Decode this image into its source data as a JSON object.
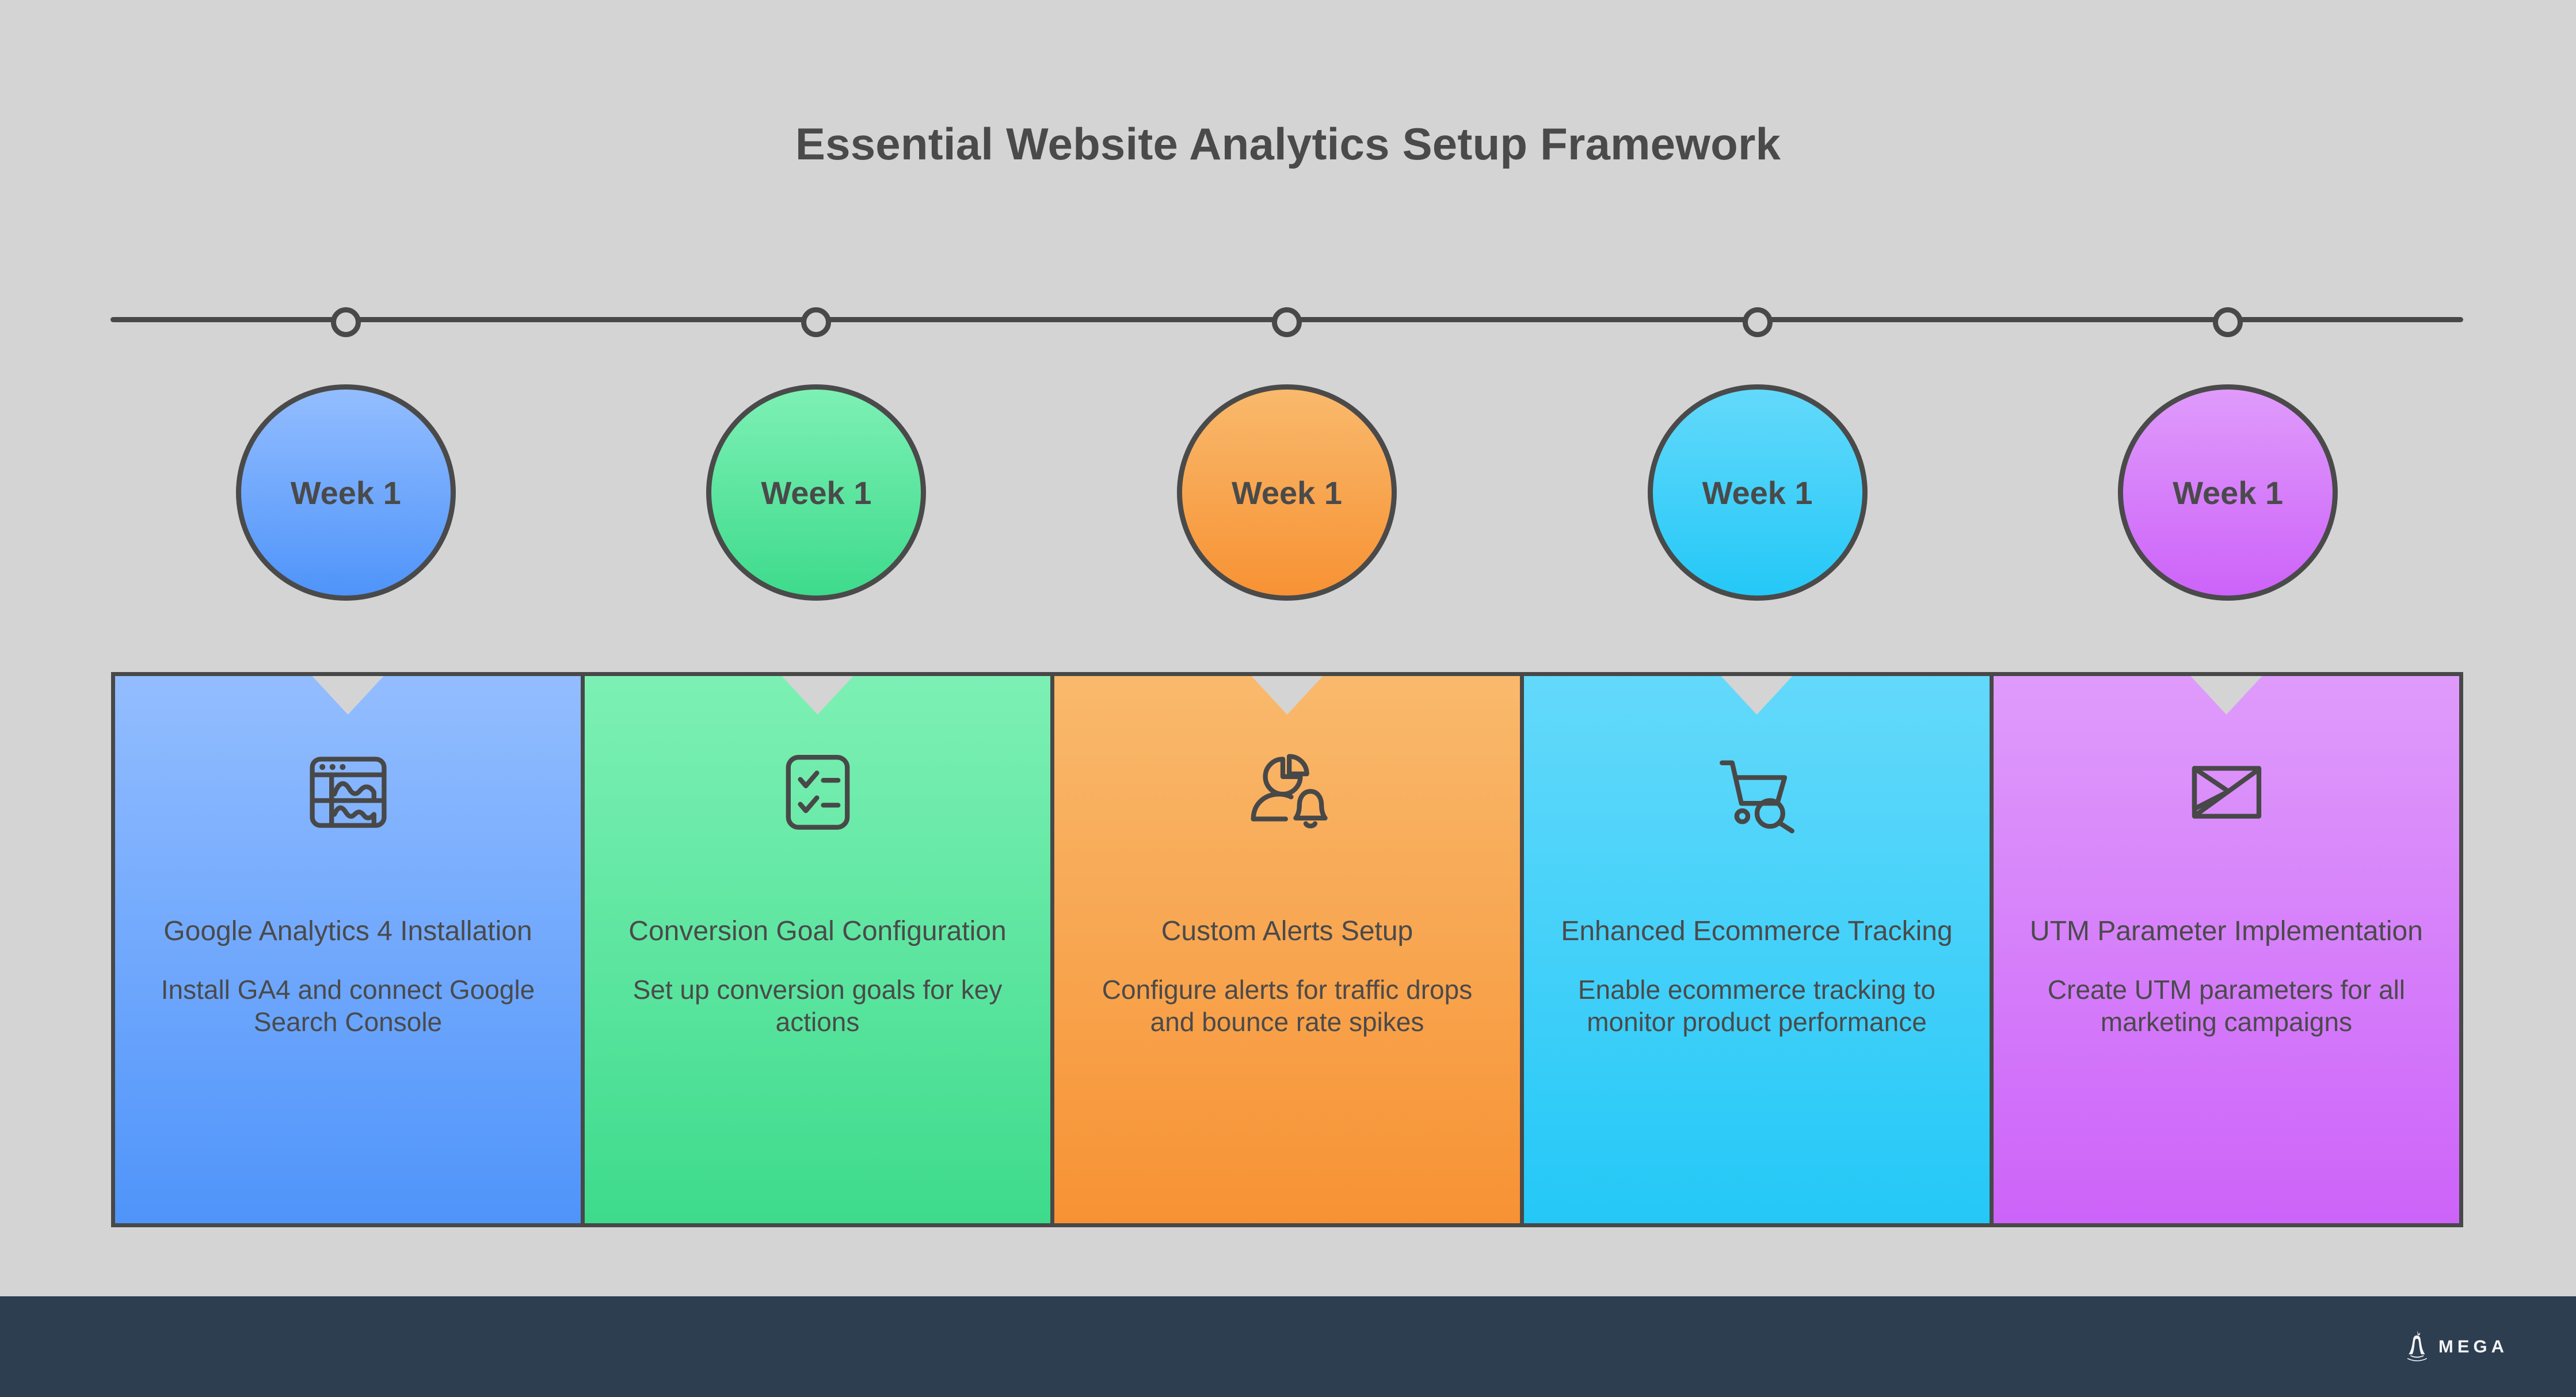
{
  "page": {
    "title": "Essential Website Analytics Setup Framework",
    "background_color": "#d4d4d4",
    "outline_color": "#484848",
    "text_color": "#4a4a4a"
  },
  "timeline": {
    "dot_count": 5,
    "line_color": "#484848"
  },
  "milestones": [
    {
      "week_label": "Week 1",
      "circle_color_top": "#93bdff",
      "circle_color_bottom": "#4f94fa",
      "icon": "dashboard-analytics-icon",
      "title": "Google Analytics 4 Installation",
      "description": "Install GA4 and connect Google Search Console",
      "card_color_top": "#93bdff",
      "card_color_bottom": "#4f94fa"
    },
    {
      "week_label": "Week 1",
      "circle_color_top": "#7df0b4",
      "circle_color_bottom": "#3edb8c",
      "icon": "checklist-icon",
      "title": "Conversion Goal Configuration",
      "description": "Set up conversion goals for key actions",
      "card_color_top": "#7df0b4",
      "card_color_bottom": "#3edb8c"
    },
    {
      "week_label": "Week 1",
      "circle_color_top": "#f9b96c",
      "circle_color_bottom": "#f79234",
      "icon": "user-pie-chart-bell-icon",
      "title": "Custom Alerts Setup",
      "description": "Configure alerts for traffic drops and bounce rate spikes",
      "card_color_top": "#f9b96c",
      "card_color_bottom": "#f79234"
    },
    {
      "week_label": "Week 1",
      "circle_color_top": "#63d9fb",
      "circle_color_bottom": "#24c8f7",
      "icon": "shopping-cart-search-icon",
      "title": "Enhanced Ecommerce Tracking",
      "description": "Enable ecommerce tracking to monitor product performance",
      "card_color_top": "#63d9fb",
      "card_color_bottom": "#24c8f7"
    },
    {
      "week_label": "Week 1",
      "circle_color_top": "#df9bfb",
      "circle_color_bottom": "#cd63f9",
      "icon": "open-envelope-icon",
      "title": "UTM Parameter Implementation",
      "description": "Create UTM parameters for all marketing campaigns",
      "card_color_top": "#df9bfb",
      "card_color_bottom": "#cd63f9"
    }
  ],
  "footer": {
    "brand": "MEGA",
    "logo_icon": "mega-statue-logo-icon",
    "background_color": "#2d3e50",
    "text_color": "#f2f4f7"
  }
}
